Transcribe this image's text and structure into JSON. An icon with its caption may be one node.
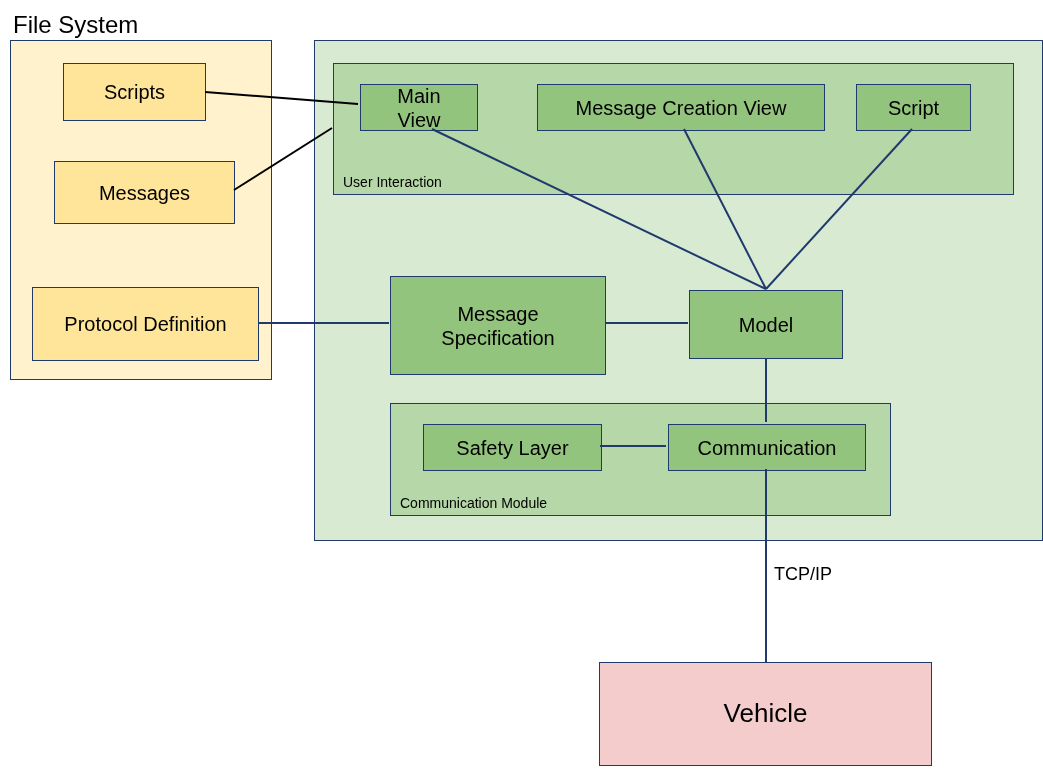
{
  "diagram": {
    "nodes": [
      {
        "text": [
          "File System"
        ]
      },
      {
        "text": [
          "Scripts"
        ],
        "in": 0
      },
      {
        "text": [
          "Messages"
        ],
        "in": 0
      },
      {
        "text": [
          "Protocol Definition"
        ],
        "in": 0
      },
      {
        "text": [],
        "shape": "box"
      },
      {
        "text": [
          "User Interaction"
        ],
        "in": 4
      },
      {
        "text": [
          "Main View"
        ],
        "in": 5
      },
      {
        "text": [
          "Message Creation View"
        ],
        "in": 5
      },
      {
        "text": [
          "Script"
        ],
        "in": 5
      },
      {
        "text": [
          "Message Specification"
        ],
        "in": 4
      },
      {
        "text": [
          "Model"
        ],
        "in": 4
      },
      {
        "text": [
          "Communication Module"
        ],
        "in": 4
      },
      {
        "text": [
          "Safety Layer"
        ],
        "in": 11
      },
      {
        "text": [
          "Communication"
        ],
        "in": 11
      },
      {
        "text": [
          "Vehicle"
        ]
      }
    ],
    "edges": [
      {
        "from": 1,
        "to": 6,
        "arrow": "none",
        "color": "#000000"
      },
      {
        "from": 2,
        "to": 5,
        "arrow": "none",
        "color": "#000000"
      },
      {
        "from": 6,
        "to": 10,
        "arrow": "none"
      },
      {
        "from": 7,
        "to": 10,
        "arrow": "none"
      },
      {
        "from": 8,
        "to": 10,
        "arrow": "none"
      },
      {
        "from": 3,
        "to": 9,
        "arrow": "none"
      },
      {
        "from": 9,
        "to": 10,
        "arrow": "none"
      },
      {
        "from": 10,
        "to": 13,
        "arrow": "none"
      },
      {
        "from": 12,
        "to": 13,
        "arrow": "none"
      },
      {
        "from": 13,
        "to": 14,
        "arrow": "none",
        "label": "TCP/IP"
      }
    ]
  }
}
